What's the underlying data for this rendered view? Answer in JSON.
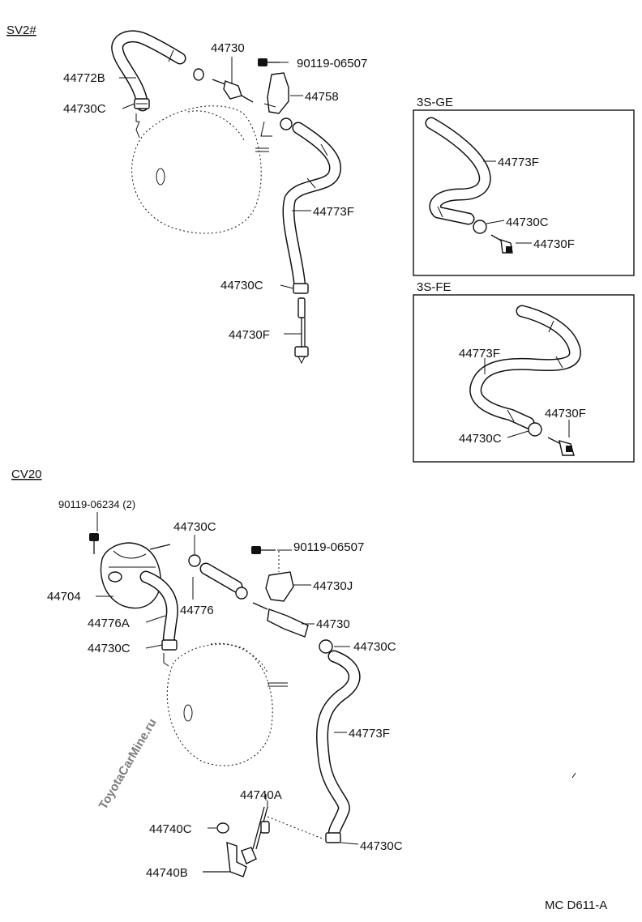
{
  "watermark": "ToyotaCarMine.ru",
  "sections": {
    "sv2": "SV2#",
    "cv20": "CV20",
    "gefe": "3S-GE",
    "fe": "3S-FE"
  },
  "sv2_labels": {
    "p44772b": "44772B",
    "p44730c_left": "44730C",
    "p44730": "44730",
    "p90119_06507": "90119-06507",
    "p44758": "44758",
    "p44773f": "44773F",
    "p44730c_bottom": "44730C",
    "p44730f": "44730F"
  },
  "ge_labels": {
    "p44773f": "44773F",
    "p44730c": "44730C",
    "p44730f": "44730F"
  },
  "fe_labels": {
    "p44773f": "44773F",
    "p44730f": "44730F",
    "p44730c": "44730C"
  },
  "cv20_labels": {
    "p90119_06234": "90119-06234 (2)",
    "p44730c_top": "44730C",
    "p90119_06507": "90119-06507",
    "p44730j": "44730J",
    "p44704": "44704",
    "p44776": "44776",
    "p44730": "44730",
    "p44776a": "44776A",
    "p44730c_left": "44730C",
    "p44730c_right": "44730C",
    "p44773f": "44773F",
    "p44740a": "44740A",
    "p44740c": "44740C",
    "p44730c_bottom": "44730C",
    "p44740b": "44740B"
  },
  "figure_code": "MC D611-A"
}
